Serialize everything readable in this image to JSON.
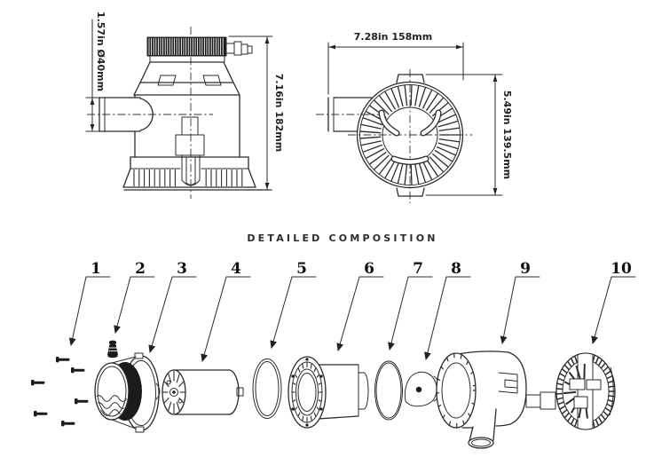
{
  "title": "DETAILED COMPOSITION",
  "side_view": {
    "pipe_diameter": "1.57in Ø40mm",
    "height": "7.16in 182mm"
  },
  "top_view": {
    "width": "7.28in 158mm",
    "height": "5.49in 139.5mm"
  },
  "part_numbers": [
    "1",
    "2",
    "3",
    "4",
    "5",
    "6",
    "7",
    "8",
    "9",
    "10"
  ],
  "colors": {
    "line": "#2b2b2b",
    "band_fill": "#1b1b1b",
    "background": "#ffffff"
  }
}
